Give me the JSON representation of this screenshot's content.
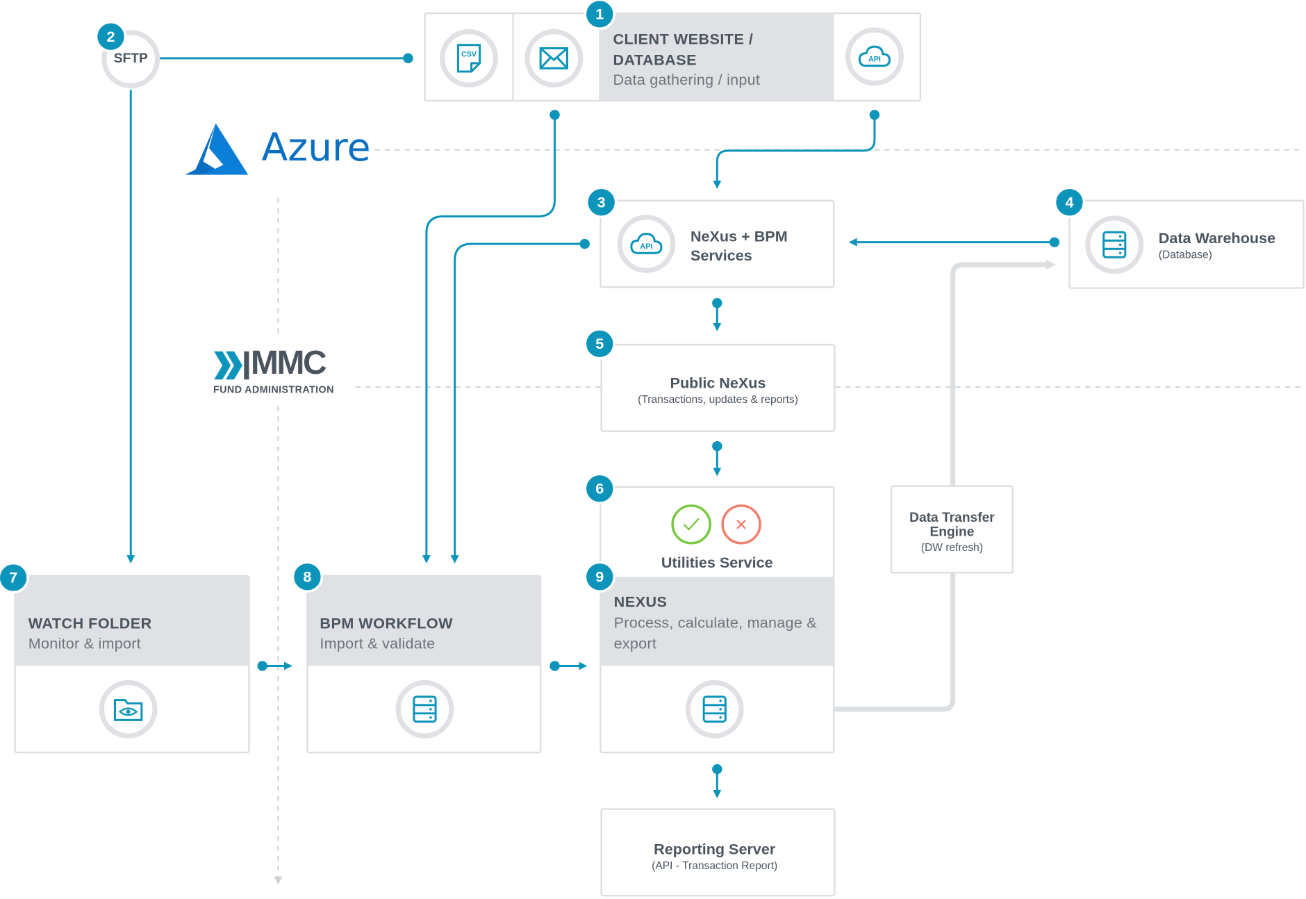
{
  "client": {
    "title": "CLIENT WEBSITE / DATABASE",
    "title_line1": "CLIENT WEBSITE /",
    "title_line2": "DATABASE",
    "subtitle": "Data gathering / input",
    "badge": "1",
    "csv_label": "CSV",
    "api_label": "API"
  },
  "sftp": {
    "label": "SFTP",
    "badge": "2"
  },
  "nexus_bpm": {
    "line1": "NeXus + BPM",
    "line2": "Services",
    "badge": "3",
    "api_label": "API"
  },
  "warehouse": {
    "title": "Data Warehouse",
    "subtitle": "(Database)",
    "badge": "4"
  },
  "public_nexus": {
    "title": "Public NeXus",
    "subtitle": "(Transactions, updates & reports)",
    "badge": "5"
  },
  "utilities": {
    "title": "Utilities Service",
    "badge": "6"
  },
  "watch_folder": {
    "title": "WATCH FOLDER",
    "subtitle": "Monitor & import",
    "badge": "7"
  },
  "bpm_workflow": {
    "title": "BPM WORKFLOW",
    "subtitle": "Import & validate",
    "badge": "8"
  },
  "nexus": {
    "title": "NEXUS",
    "subtitle_line1": "Process, calculate, manage &",
    "subtitle_line2": "export",
    "badge": "9"
  },
  "dte": {
    "line1": "Data Transfer",
    "line2": "Engine",
    "subtitle": "(DW refresh)"
  },
  "reporting": {
    "title": "Reporting Server",
    "subtitle": "(API - Transaction Report)"
  },
  "azure": {
    "label": "Azure"
  },
  "mmc": {
    "label": "MMC",
    "sublabel": "FUND ADMINISTRATION"
  },
  "colors": {
    "accent": "#0c94ba",
    "connector_grey": "#dcdfe2",
    "box_header": "#dfe1e4",
    "azure_blue": "#0a6fc2",
    "check_green": "#7ac943",
    "cross_red": "#f08070"
  }
}
